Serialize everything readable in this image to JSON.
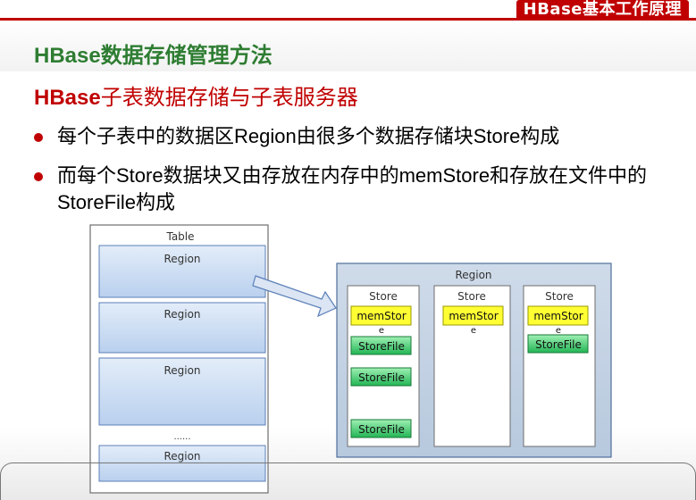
{
  "header": {
    "corner_title": "HBase基本工作原理",
    "heading": "HBase数据存储管理方法",
    "subheading_bold": "HBase",
    "subheading_rest": "子表数据存储与子表服务器"
  },
  "bullets": [
    "每个子表中的数据区Region由很多个数据存储块Store构成",
    "而每个Store数据块又由存放在内存中的memStore和存放在文件中的StoreFile构成"
  ],
  "diagram": {
    "table_label": "Table",
    "table_regions": [
      "Region",
      "Region",
      "Region",
      "Region"
    ],
    "ellipsis": "......",
    "region_label": "Region",
    "stores": [
      {
        "label": "Store",
        "memstore_line1": "memStor",
        "memstore_line2": "e",
        "storefiles": [
          "StoreFile",
          "StoreFile",
          "StoreFile"
        ]
      },
      {
        "label": "Store",
        "memstore_line1": "memStor",
        "memstore_line2": "e",
        "storefiles": []
      },
      {
        "label": "Store",
        "memstore_line1": "memStor",
        "memstore_line2": "e",
        "storefiles": [
          "StoreFile"
        ]
      }
    ]
  },
  "colors": {
    "accent_red": "#c00000",
    "heading_green": "#2e7d32",
    "box_blue": "#c6d9f1",
    "memstore_yellow": "#ffff33",
    "storefile_green": "#33cc66"
  }
}
